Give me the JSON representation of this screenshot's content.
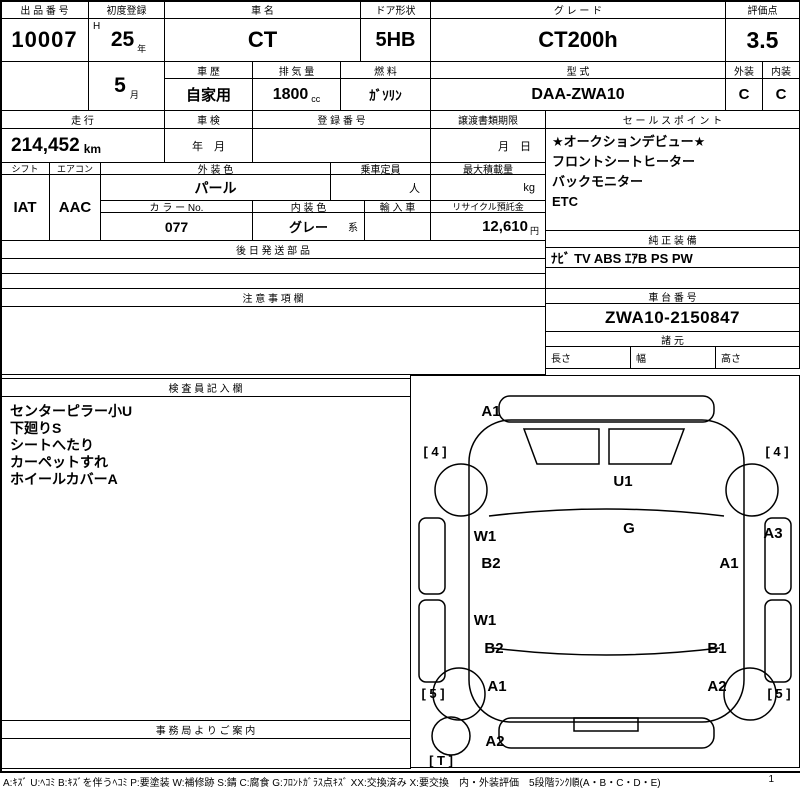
{
  "top": {
    "lot_label": "出 品 番 号",
    "lot_value": "10007",
    "firstreg_label": "初度登録",
    "era": "H",
    "reg_year": "25",
    "year_unit": "年",
    "reg_month": "5",
    "month_unit": "月",
    "name_label": "車 名",
    "name_value": "CT",
    "door_label": "ドア形状",
    "door_value": "5HB",
    "grade_label": "グ レ ー ド",
    "grade_value": "CT200h",
    "score_label": "評価点",
    "score_value": "3.5",
    "history_label": "車 歴",
    "history_value": "自家用",
    "disp_label": "排 気 量",
    "disp_value": "1800",
    "disp_unit": "cc",
    "fuel_label": "燃 料",
    "fuel_value": "ｶﾞｿﾘﾝ",
    "model_label": "型 式",
    "model_value": "DAA-ZWA10",
    "ext_label": "外装",
    "ext_value": "C",
    "int_label": "内装",
    "int_value": "C"
  },
  "mid": {
    "mileage_label": "走 行",
    "mileage_value": "214,452",
    "mileage_unit": "km",
    "shaken_label": "車 検",
    "shaken_value": "年　月",
    "regno_label": "登 録 番 号",
    "regno_value": "",
    "deadline_label": "譲渡書類期限",
    "deadline_value": "月　日",
    "sales_label": "セ ー ル ス ポ イ ン ト",
    "sales_lines": [
      "★オークションデビュー★",
      "フロントシートヒーター",
      "バックモニター",
      "ETC"
    ],
    "shift_label": "シフト",
    "shift_value": "IAT",
    "aircon_label": "エアコン",
    "aircon_value": "AAC",
    "extcolor_label": "外 装 色",
    "extcolor_value": "パール",
    "capacity_label": "乗車定員",
    "capacity_unit": "人",
    "maxload_label": "最大積載量",
    "maxload_unit": "kg",
    "colorno_label": "カ ラ ー No.",
    "colorno_value": "077",
    "intcolor_label": "内 装 色",
    "intcolor_value": "グレー",
    "intcolor_unit": "系",
    "import_label": "輸 入 車",
    "import_value": "",
    "recycle_label": "リサイクル預託金",
    "recycle_value": "12,610",
    "recycle_unit": "円",
    "laterparts_label": "後 日 発 送 部 品",
    "equip_label": "純 正 装 備",
    "equip_value": "ﾅﾋﾞ TV ABS ｴｱB PS PW"
  },
  "lower": {
    "caution_label": "注 意 事 項 欄",
    "chassis_label": "車 台 番 号",
    "chassis_value": "ZWA10-2150847",
    "spec_label": "諸 元",
    "spec_length": "長さ",
    "spec_width": "幅",
    "spec_height": "高さ",
    "inspector_label": "検 査 員 記 入 欄",
    "inspector_lines": [
      "センターピラー小U",
      "下廻りS",
      "シートへたり",
      "カーペットすれ",
      "ホイールカバーA"
    ],
    "office_label": "事 務 局 よ り ご 案 内"
  },
  "diagram": {
    "labels": [
      {
        "text": "A1"
      },
      {
        "text": "[ 4 ]"
      },
      {
        "text": "[ 4 ]"
      },
      {
        "text": "U1"
      },
      {
        "text": "W1"
      },
      {
        "text": "G"
      },
      {
        "text": "B2"
      },
      {
        "text": "A3"
      },
      {
        "text": "A1"
      },
      {
        "text": "W1"
      },
      {
        "text": "B2"
      },
      {
        "text": "B1"
      },
      {
        "text": "A1"
      },
      {
        "text": "A2"
      },
      {
        "text": "[ 5 ]"
      },
      {
        "text": "[ 5 ]"
      },
      {
        "text": "A2"
      },
      {
        "text": "[ T ]"
      }
    ]
  },
  "footer": {
    "legend": "A:ｷｽﾞ U:ﾍｺﾐ B:ｷｽﾞを伴うﾍｺﾐ P:要塗装 W:補修跡 S:錆 C:腐食 G:ﾌﾛﾝﾄｶﾞﾗｽ点ｷｽﾞ XX:交換済み X:要交換　内・外装評価　5段階ﾗﾝｸ順(A・B・C・D・E)",
    "page": "1"
  }
}
